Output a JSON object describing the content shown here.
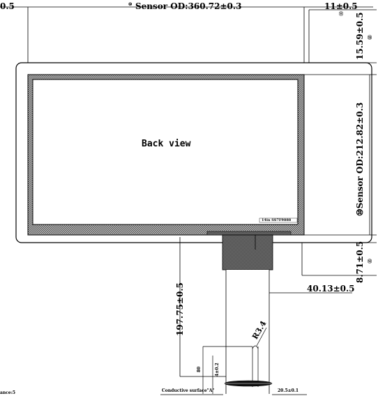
{
  "dims": {
    "top_left_partial": "0.5",
    "sensor_od_width_mark": "⑩",
    "sensor_od_width": "Sensor OD:360.72±0.3",
    "right_top": "11±0.5",
    "right_top_mark": "⑪",
    "right_vertical_top": "15.59±0.5",
    "right_vertical_top_mark": "⑮",
    "sensor_od_height": "⑩Sensor OD:212.82±0.3",
    "right_vertical_bottom": "8.71±0.5",
    "right_vertical_bottom_mark": "⑫",
    "tail_offset": "40.13±0.5",
    "tail_length": "197.75±0.5",
    "radius": "R3.4",
    "small_80": "80",
    "small_4": "4±0.2",
    "tail_width": "20.5±0.1"
  },
  "labels": {
    "back_view": "Back view",
    "conductive_surface": "Conductive surface\"A\"",
    "bottom_left_partial": "ance:5",
    "part_label": "14in SS7F9888"
  },
  "colors": {
    "line": "#000000",
    "hatch": "#9a9a9a",
    "fill": "#ffffff"
  }
}
